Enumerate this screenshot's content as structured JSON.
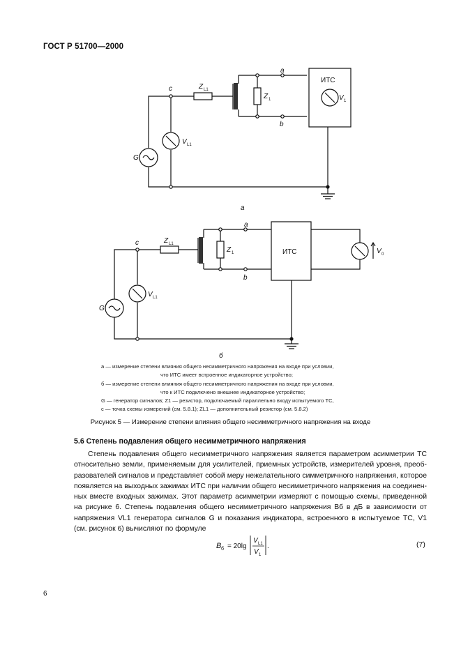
{
  "header": {
    "standard": "ГОСТ Р 51700—2000"
  },
  "diagram_a": {
    "labels": {
      "c": "c",
      "zl1": "Z",
      "zl1_sub": "L1",
      "z1": "Z",
      "z1_sub": "1",
      "a": "a",
      "b": "b",
      "its": "ИТС",
      "v1": "V",
      "v1_sub": "1",
      "g": "G",
      "vl1": "V",
      "vl1_sub": "L1"
    },
    "caption": "a"
  },
  "diagram_b": {
    "labels": {
      "c": "c",
      "zl1": "Z",
      "zl1_sub": "L1",
      "z1": "Z",
      "z1_sub": "1",
      "a": "a",
      "b": "b",
      "its": "ИТС",
      "v0": "V",
      "v0_sub": "0",
      "g": "G",
      "vl1": "V",
      "vl1_sub": "L1"
    },
    "caption": "б"
  },
  "legend": [
    "а — измерение степени влияния общего несимметричного напряжения на входе при условии,",
    "что ИТС имеет встроенное индикаторное устройство;",
    "б — измерение степени влияния общего несимметричного напряжения на входе при условии,",
    "что к ИТС подключено внешнее индикаторное устройство;",
    "G — генератор сигналов; Z1 — резистор, подключаемый параллельно входу испытуемого ТС,",
    "c — точка схемы измерений (см. 5.8.1); ZL1 — дополнительный резистор (см. 5.8.2)"
  ],
  "figure_caption": "Рисунок 5 — Измерение степени влияния общего несимметричного напряжения на входе",
  "section": {
    "title": "5.6 Степень подавления общего несимметричного напряжения",
    "lines": [
      "Степень подавления общего несимметричного напряжения является параметром асимметрии ТС",
      "относительно земли, применяемым для усилителей, приемных устройств, измерителей уровня, преоб-",
      "разователей сигналов и представляет собой меру нежелательного симметричного напряжения, которое",
      "появляется на выходных зажимах ИТС при наличии общего несимметричного напряжения на соединен-",
      "ных вместе входных зажимах. Этот параметр асимметрии измеряют с помощью схемы, приведенной",
      "на рисунке 6. Степень подавления общего несимметричного напряжения Bб в дБ в зависимости от",
      "напряжения VL1 генератора сигналов G и показания индикатора, встроенного в испытуемое ТС, V1",
      "(см. рисунок 6) вычисляют по формуле"
    ]
  },
  "formula": {
    "lhs": "B",
    "lhs_sub": "б",
    "eq": "= 20lg",
    "num": "V",
    "num_sub": "L1",
    "den": "V",
    "den_sub": "1",
    "end": "."
  },
  "equation_number": "(7)",
  "page_number": "6"
}
